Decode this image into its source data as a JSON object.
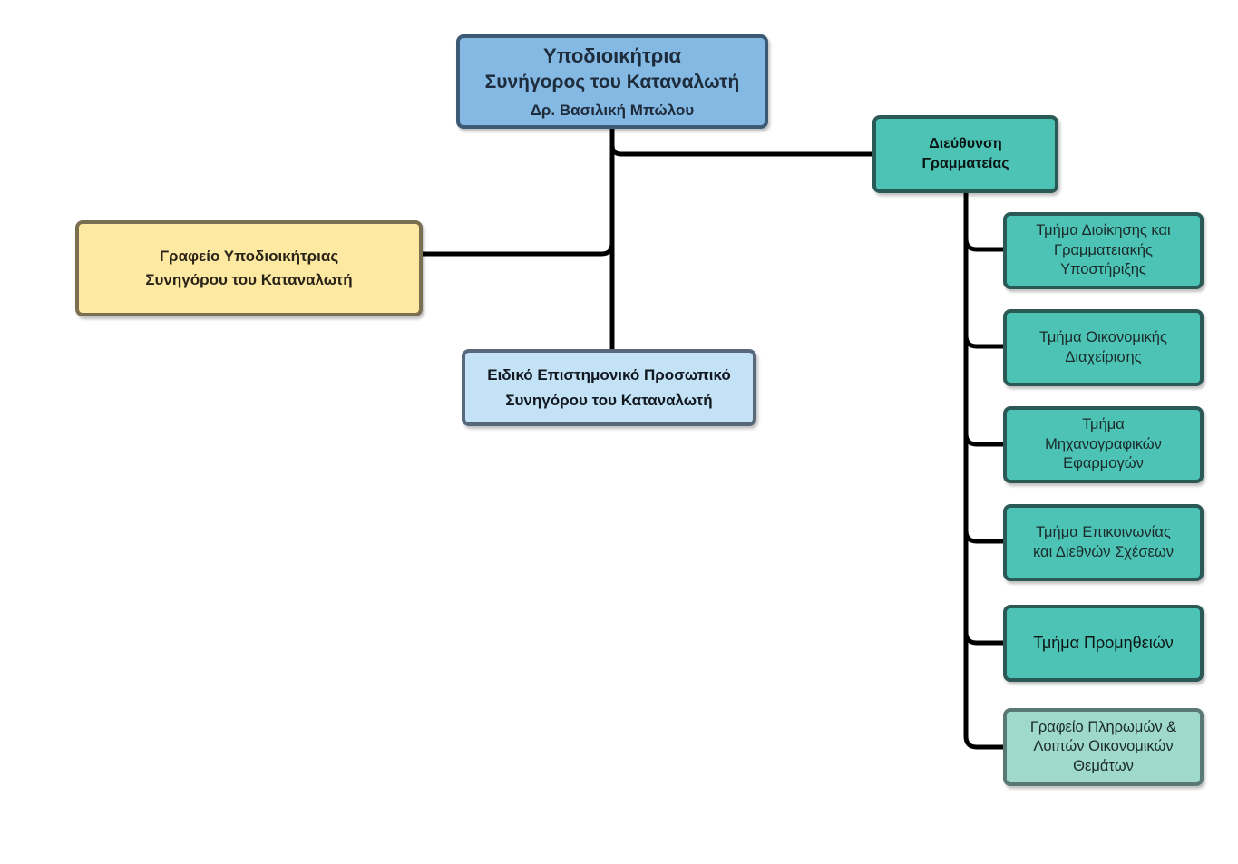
{
  "head": {
    "title": "Υποδιοικήτρια",
    "subtitle": "Συνήγορος του Καταναλωτή",
    "person": "Δρ. Βασιλική Μπώλου"
  },
  "office": {
    "line1": "Γραφείο Υποδιοικήτριας",
    "line2": "Συνηγόρου του Καταναλωτή"
  },
  "staff": {
    "line1": "Ειδικό Επιστημονικό Προσωπικό",
    "line2": "Συνηγόρου του Καταναλωτή"
  },
  "directorate": {
    "line1": "Διεύθυνση",
    "line2": "Γραμματείας"
  },
  "departments": [
    {
      "lines": [
        "Τμήμα Διοίκησης και",
        "Γραμματειακής",
        "Υποστήριξης"
      ]
    },
    {
      "lines": [
        "Τμήμα Οικονομικής",
        "Διαχείρισης"
      ]
    },
    {
      "lines": [
        "Τμήμα",
        "Μηχανογραφικών",
        "Εφαρμογών"
      ]
    },
    {
      "lines": [
        "Τμήμα Επικοινωνίας",
        "και Διεθνών Σχέσεων"
      ]
    },
    {
      "lines": [
        "Τμήμα Προμηθειών"
      ]
    },
    {
      "lines": [
        "Γραφείο Πληρωμών &",
        "Λοιπών Οικονομικών",
        "Θεμάτων"
      ]
    }
  ],
  "colors": {
    "head_fill": "#84b9e4",
    "office_fill": "#fde9a2",
    "staff_fill": "#c3e2f5",
    "secretariat_fill": "#4dc3b6",
    "payments_fill": "#9fd8cc",
    "connector": "#000000"
  }
}
